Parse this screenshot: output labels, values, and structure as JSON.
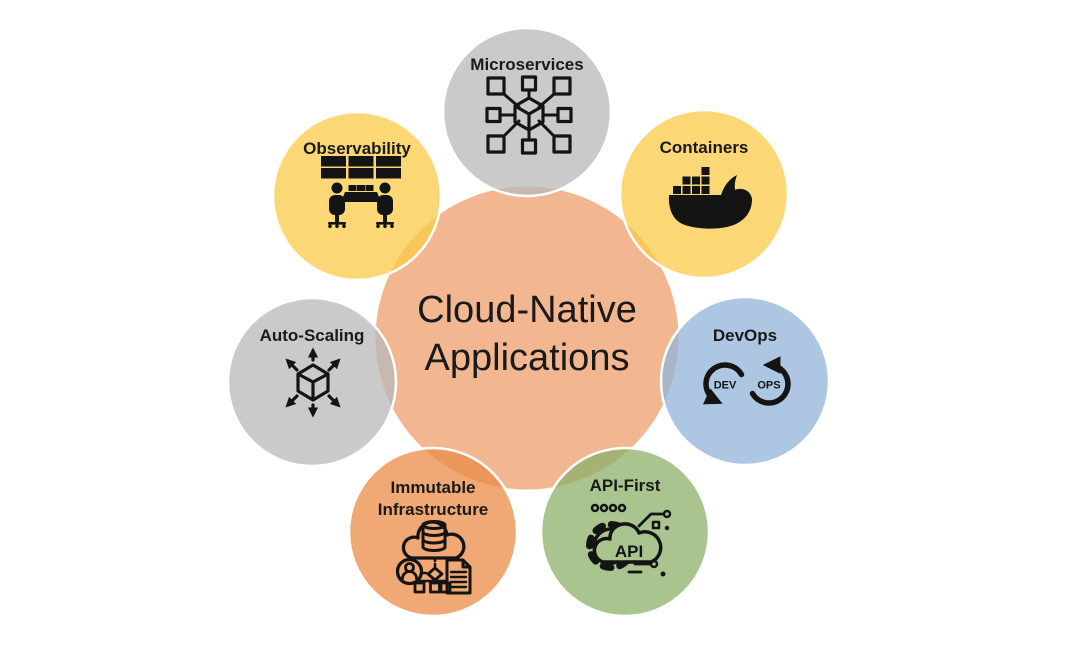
{
  "background": "#FFFFFF",
  "ink_color": "#141414",
  "center": {
    "label": "Cloud-Native Applications",
    "label_lines": [
      "Cloud-Native",
      "Applications"
    ],
    "fill": "#F2B791",
    "border": "#FFFFFF"
  },
  "nodes": [
    {
      "id": "microservices",
      "label": "Microservices",
      "fill": "#BAB8B8",
      "apparent_color": "#CBCACA",
      "icon": "microservices-network-icon"
    },
    {
      "id": "containers",
      "label": "Containers",
      "fill": "#FACB47",
      "apparent_color": "#FBD875",
      "icon": "docker-whale-icon"
    },
    {
      "id": "devops",
      "label": "DevOps",
      "fill": "#92B4DA",
      "apparent_color": "#ADC7E3",
      "icon": "devops-infinity-loop-icon",
      "icon_text": {
        "left": "DEV",
        "right": "OPS"
      }
    },
    {
      "id": "api-first",
      "label": "API-First",
      "fill": "#8CB06A",
      "apparent_color": "#A9C48F",
      "icon": "api-cloud-gear-icon",
      "icon_text": {
        "cloud": "API"
      }
    },
    {
      "id": "immutable-infrastructure",
      "label": "Immutable Infrastructure",
      "label_lines": [
        "Immutable",
        "Infrastructure"
      ],
      "fill": "#EB8B47",
      "apparent_color": "#F0A875",
      "icon": "cloud-database-document-icon"
    },
    {
      "id": "auto-scaling",
      "label": "Auto-Scaling",
      "fill": "#BAB8B8",
      "apparent_color": "#CBCACA",
      "icon": "cube-expand-arrows-icon"
    },
    {
      "id": "observability",
      "label": "Observability",
      "fill": "#FACB47",
      "apparent_color": "#FBD875",
      "icon": "monitoring-control-room-icon"
    }
  ]
}
